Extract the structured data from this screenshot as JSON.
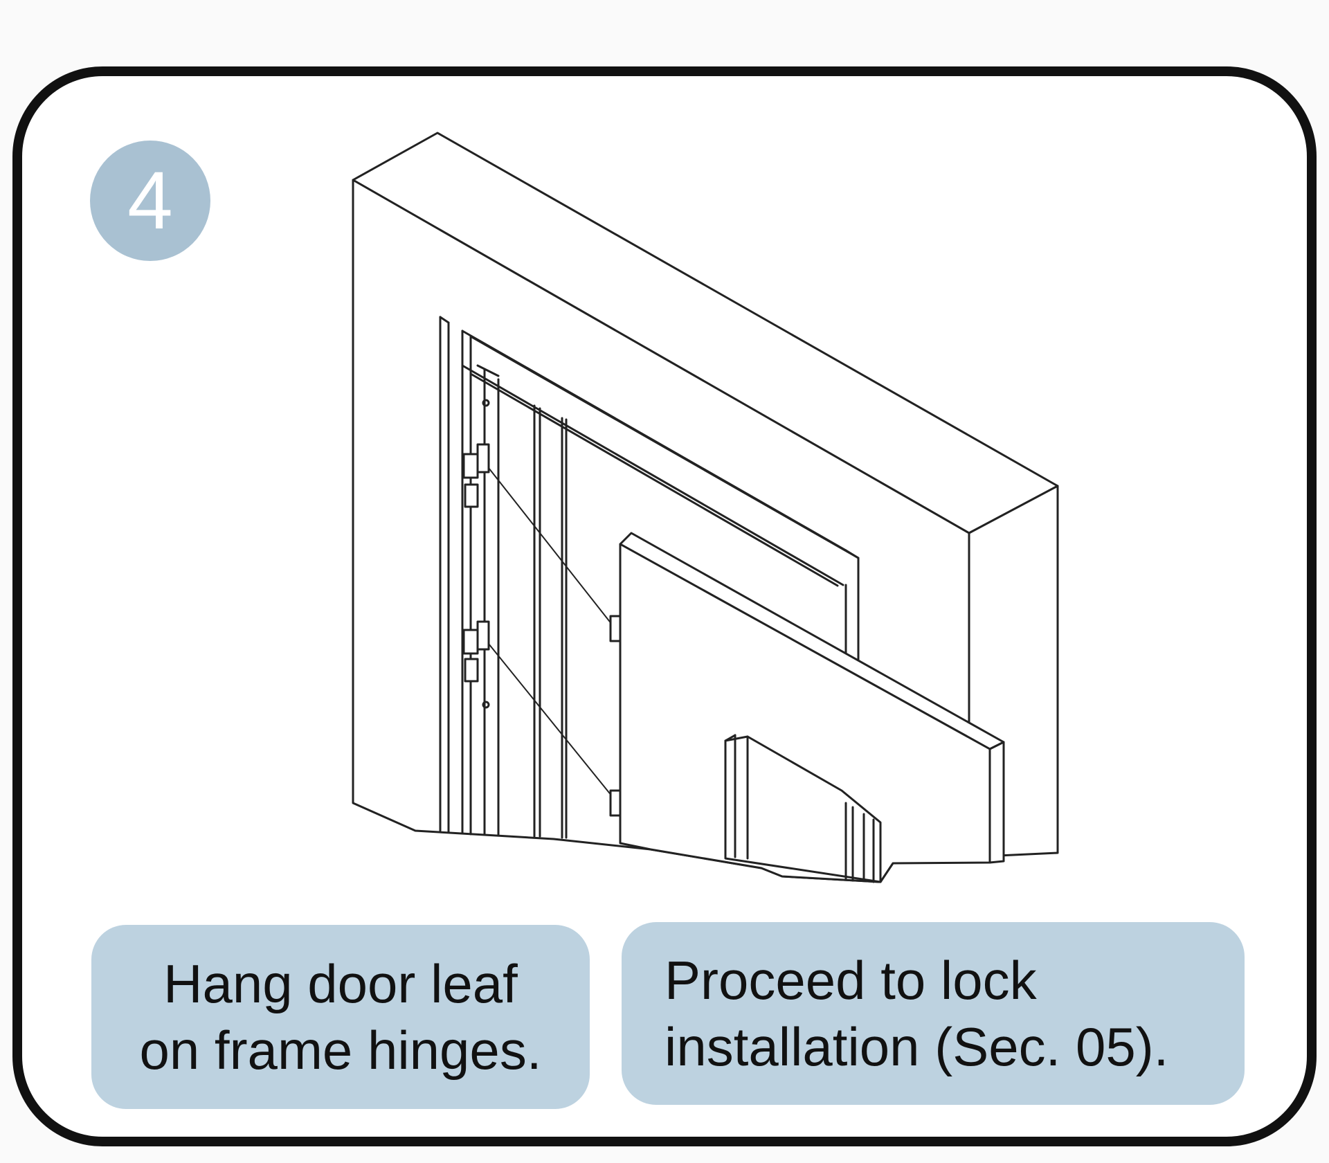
{
  "step": {
    "number": "4",
    "badge_color": "#a9c1d2"
  },
  "captions": {
    "left": "Hang door leaf\non frame hinges.",
    "right": "Proceed to lock\ninstallation (Sec. 05).",
    "background_color": "#bdd2e0"
  },
  "panel": {
    "border_color": "#111111"
  }
}
